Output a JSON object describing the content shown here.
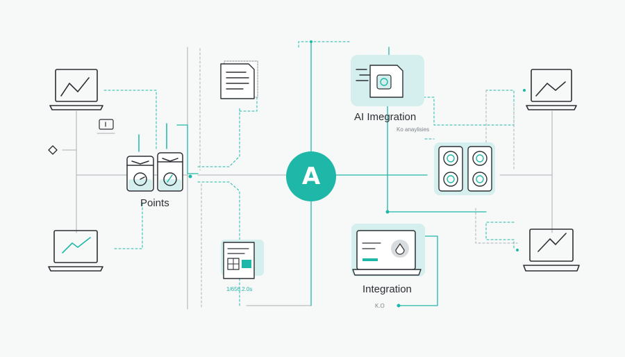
{
  "diagram": {
    "hub": {
      "letter": "A"
    },
    "labels": {
      "ai_integration": "AI Imegration",
      "ai_integration_sub": "Ko anaylisies",
      "points": "Points",
      "integration": "Integration",
      "integration_sub": "K.O",
      "document_caption": "1/656.2.0s"
    },
    "colors": {
      "accent": "#1fb8a8",
      "accent_light": "#d4efed",
      "line": "#9fa6ab",
      "ink": "#2b2f33",
      "background": "#f7f8f8"
    },
    "icons": [
      "laptop-chart-icon",
      "laptop-chart-icon",
      "laptop-chart-icon",
      "laptop-chart-icon",
      "database-gauge-icon",
      "document-icon",
      "form-document-icon",
      "ai-document-icon",
      "hardware-server-icon",
      "monitor-icon",
      "diamond-node-icon"
    ]
  }
}
